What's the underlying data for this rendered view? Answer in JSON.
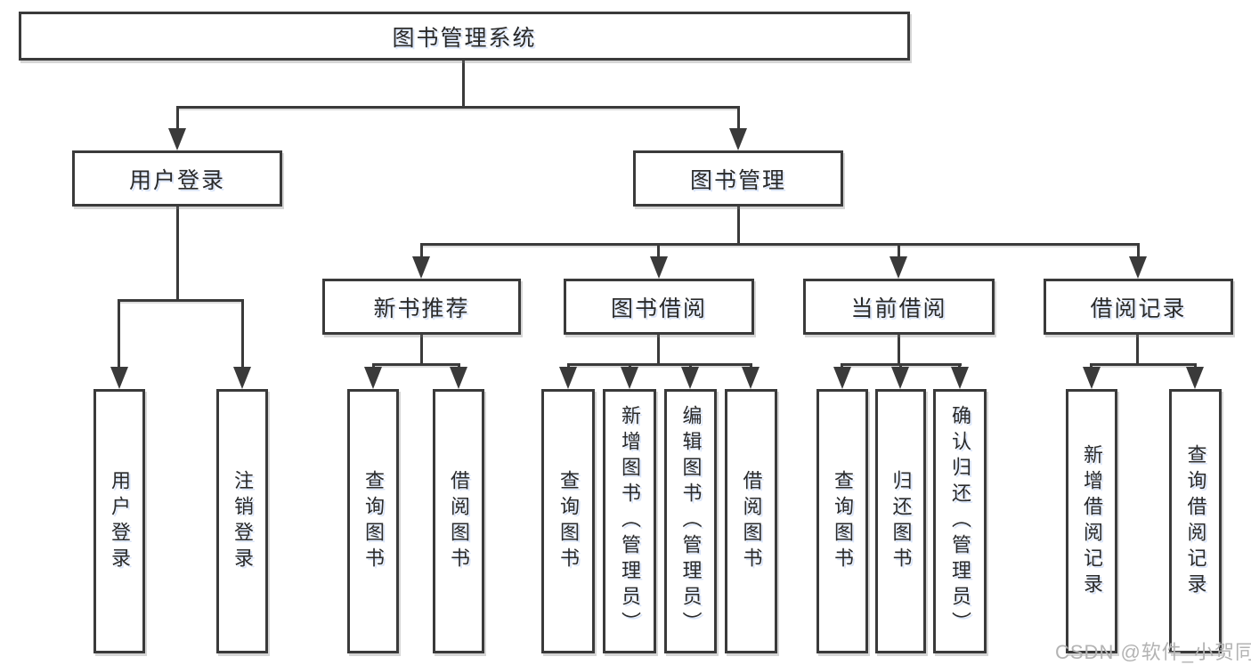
{
  "tree": {
    "label": "图书管理系统",
    "children": [
      {
        "label": "用户登录",
        "children": [
          {
            "label": "用户登录"
          },
          {
            "label": "注销登录"
          }
        ]
      },
      {
        "label": "图书管理",
        "children": [
          {
            "label": "新书推荐",
            "children": [
              {
                "label": "查询图书"
              },
              {
                "label": "借阅图书"
              }
            ]
          },
          {
            "label": "图书借阅",
            "children": [
              {
                "label": "查询图书"
              },
              {
                "label": "新增图书（管理员）"
              },
              {
                "label": "编辑图书（管理员）"
              },
              {
                "label": "借阅图书"
              }
            ]
          },
          {
            "label": "当前借阅",
            "children": [
              {
                "label": "查询图书"
              },
              {
                "label": "归还图书"
              },
              {
                "label": "确认归还（管理员）"
              }
            ]
          },
          {
            "label": "借阅记录",
            "children": [
              {
                "label": "新增借阅记录"
              },
              {
                "label": "查询借阅记录"
              }
            ]
          }
        ]
      }
    ]
  },
  "watermark": "CSDN @软件_小贺同学",
  "colors": {
    "line": "#3a3a3a",
    "text": "#2a2a2a",
    "watermark": "#b3b3b3",
    "background": "#ffffff"
  }
}
